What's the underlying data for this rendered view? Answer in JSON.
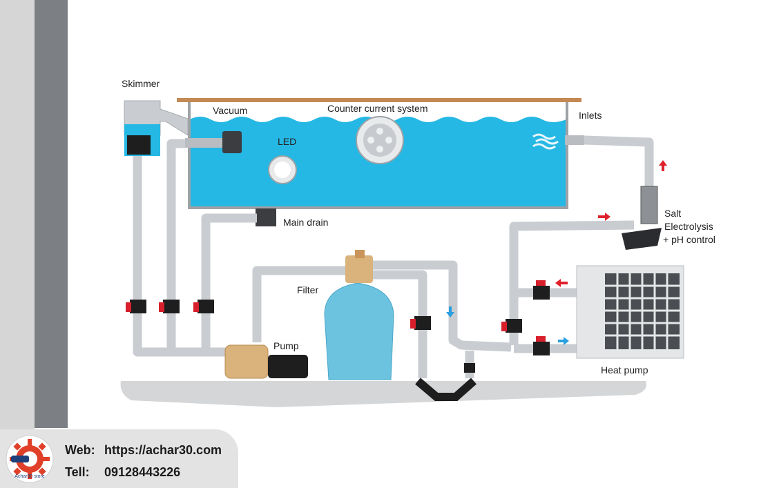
{
  "labels": {
    "skimmer": "Skimmer",
    "vacuum": "Vacuum",
    "counter_current": "Counter current system",
    "inlets": "Inlets",
    "led": "LED",
    "main_drain": "Main drain",
    "salt_line1": "Salt",
    "salt_line2": "Electrolysis",
    "salt_line3": "+ pH control",
    "filter": "Filter",
    "pump": "Pump",
    "heat_pump": "Heat pump"
  },
  "footer": {
    "web_key": "Web:",
    "web_value": "https://achar30.com",
    "tel_key": "Tell:",
    "tel_value": "09128443226",
    "logo_text": "Achar30 store"
  },
  "colors": {
    "water": "#25b8e4",
    "pipe": "#c9ccd0",
    "valve": "#1e1e1e",
    "valve_handle": "#d8202c",
    "pump_body": "#d9b27c",
    "filter_tank": "#6cc3e0",
    "ground": "#d6d8da",
    "arrow_red": "#e0202a",
    "arrow_blue": "#2a9fe0"
  }
}
